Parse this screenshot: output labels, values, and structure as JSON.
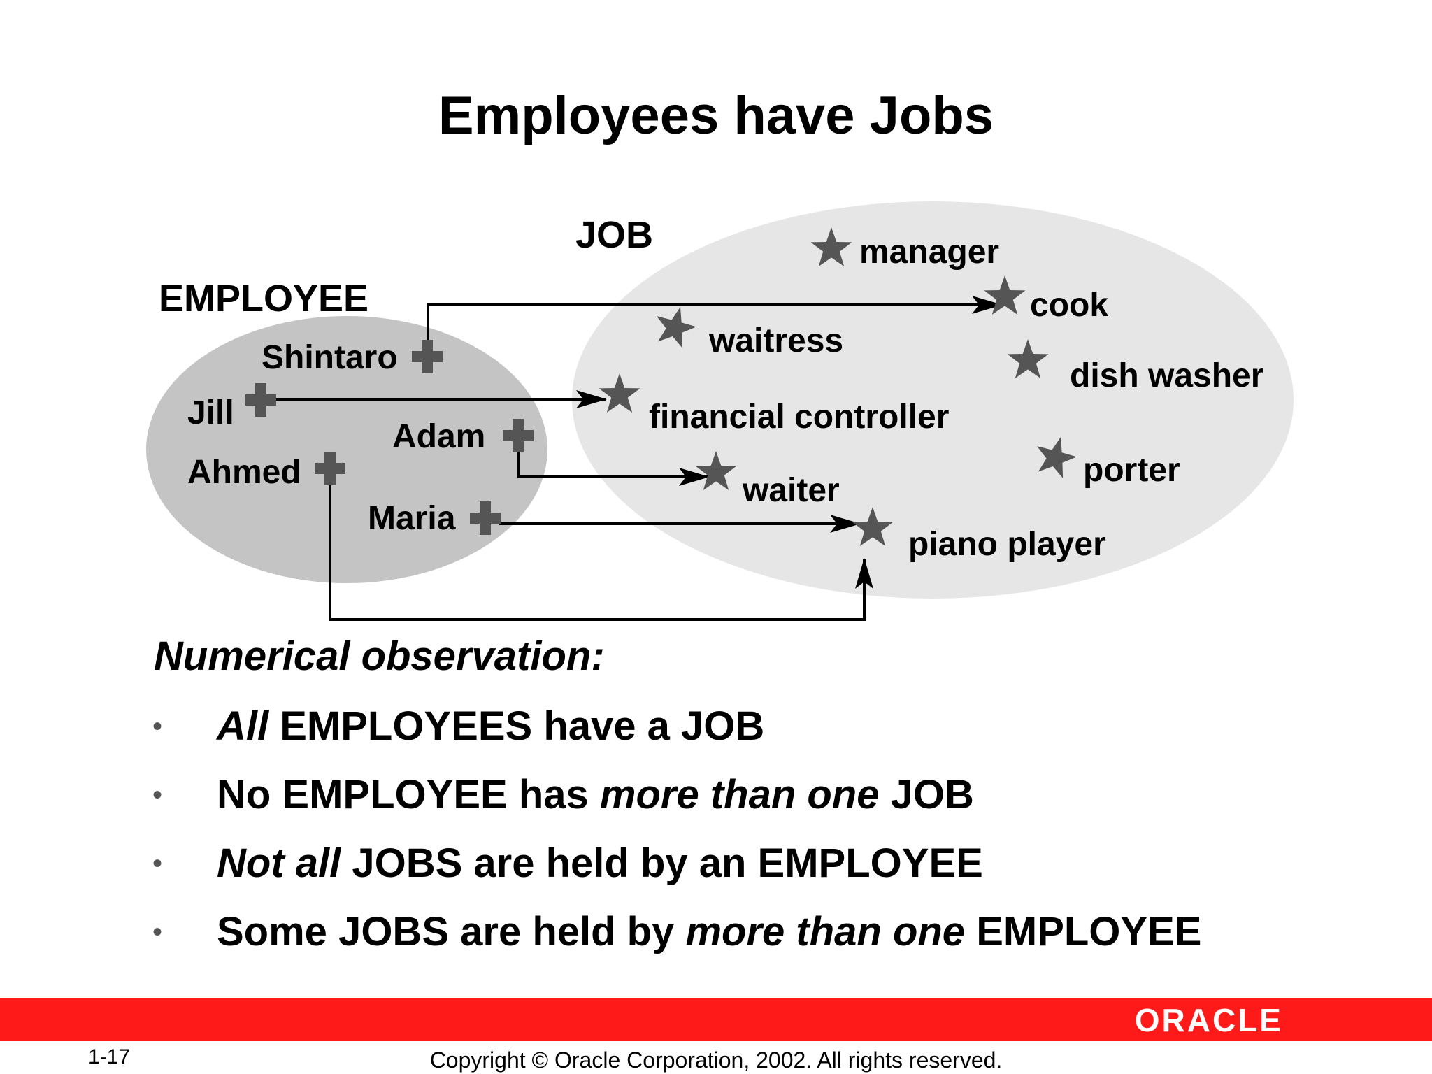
{
  "title": "Employees have Jobs",
  "diagram": {
    "employee_label": "EMPLOYEE",
    "job_label": "JOB",
    "employees": [
      {
        "id": "shintaro",
        "name": "Shintaro"
      },
      {
        "id": "jill",
        "name": "Jill"
      },
      {
        "id": "adam",
        "name": "Adam"
      },
      {
        "id": "ahmed",
        "name": "Ahmed"
      },
      {
        "id": "maria",
        "name": "Maria"
      }
    ],
    "jobs": [
      {
        "id": "manager",
        "name": "manager"
      },
      {
        "id": "cook",
        "name": "cook"
      },
      {
        "id": "waitress",
        "name": "waitress"
      },
      {
        "id": "dish-washer",
        "name": "dish washer"
      },
      {
        "id": "financial-controller",
        "name": "financial controller"
      },
      {
        "id": "porter",
        "name": "porter"
      },
      {
        "id": "waiter",
        "name": "waiter"
      },
      {
        "id": "piano-player",
        "name": "piano player"
      }
    ],
    "assignments": [
      {
        "employee": "shintaro",
        "job": "cook"
      },
      {
        "employee": "jill",
        "job": "financial-controller"
      },
      {
        "employee": "adam",
        "job": "waiter"
      },
      {
        "employee": "maria",
        "job": "piano-player"
      },
      {
        "employee": "ahmed",
        "job": "piano-player"
      }
    ],
    "colors": {
      "employee_set": "#c4c4c4",
      "job_set": "#e6e6e6",
      "marker": "#555555"
    }
  },
  "observations": {
    "heading": "Numerical observation:",
    "items": [
      {
        "em": "All",
        "rest": " EMPLOYEES have a JOB"
      },
      {
        "pre": "No EMPLOYEE has ",
        "em": "more than one",
        "post": " JOB"
      },
      {
        "em": "Not all",
        "rest": " JOBS are held by an EMPLOYEE"
      },
      {
        "pre": "Some JOBS are held by ",
        "em": "more than one",
        "post": " EMPLOYEE"
      }
    ]
  },
  "footer": {
    "logo": "ORACLE",
    "page": "1-17",
    "copyright": "Copyright © Oracle Corporation, 2002. All rights reserved."
  }
}
